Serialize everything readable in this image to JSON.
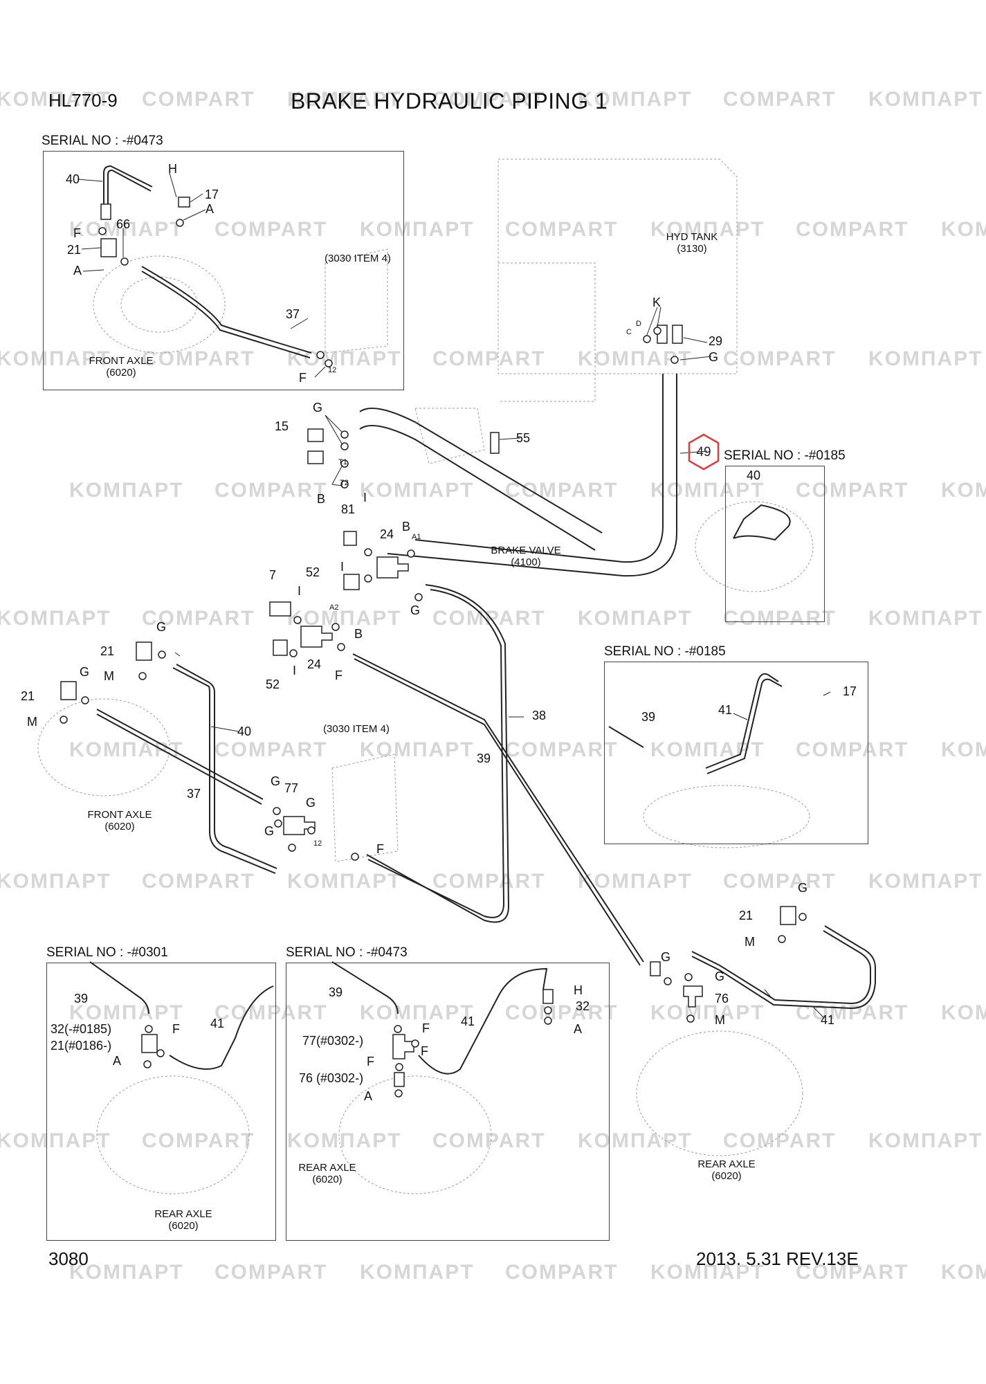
{
  "header": {
    "model": "HL770-9",
    "title": "BRAKE HYDRAULIC PIPING 1"
  },
  "footer": {
    "page_number": "3080",
    "revision": "2013. 5.31  REV.13E"
  },
  "watermark": {
    "brand_cyrillic": "KOMПAPT",
    "brand_latin": "COMPART"
  },
  "highlight": {
    "part_number": "49",
    "color": "#e23b3b"
  },
  "serial_boxes": {
    "top_left": "SERIAL NO : -#0473",
    "right_top": "SERIAL NO : -#0185",
    "right_mid": "SERIAL NO : -#0185",
    "bottom_left": "SERIAL NO : -#0301",
    "bottom_mid": "SERIAL NO : -#0473"
  },
  "captions": {
    "front_axle_1": "FRONT AXLE",
    "front_axle_1_code": "(6020)",
    "item_3030_a": "(3030 ITEM 4)",
    "hyd_tank": "HYD TANK",
    "hyd_tank_code": "(3130)",
    "brake_valve": "BRAKE VALVE",
    "brake_valve_code": "(4100)",
    "front_axle_2": "FRONT AXLE",
    "front_axle_2_code": "(6020)",
    "item_3030_b": "(3030 ITEM 4)",
    "rear_axle_1": "REAR AXLE",
    "rear_axle_1_code": "(6020)",
    "rear_axle_2": "REAR AXLE",
    "rear_axle_2_code": "(6020)",
    "rear_axle_3": "REAR AXLE",
    "rear_axle_3_code": "(6020)"
  },
  "callouts": {
    "box1": [
      "40",
      "H",
      "17",
      "A",
      "F",
      "66",
      "21",
      "A",
      "37",
      "F",
      "12"
    ],
    "tank": [
      "K",
      "D",
      "C",
      "29",
      "G"
    ],
    "valve": [
      "G",
      "15",
      "T1",
      "T2",
      "B",
      "55",
      "81",
      "I",
      "24",
      "B",
      "A1",
      "52",
      "I",
      "7",
      "I",
      "A2",
      "B",
      "G",
      "24",
      "F",
      "52",
      "I"
    ],
    "box2": [
      "40"
    ],
    "box3": [
      "39",
      "41",
      "17"
    ],
    "left_mid": [
      "21",
      "G",
      "M",
      "21",
      "G",
      "M",
      "40",
      "37",
      "38",
      "39",
      "G",
      "77",
      "G",
      "G",
      "12",
      "F"
    ],
    "box4": [
      "39",
      "32(-#0185)",
      "F",
      "21(#0186-)",
      "A",
      "41"
    ],
    "box5": [
      "39",
      "H",
      "32",
      "A",
      "41",
      "F",
      "77(#0302-)",
      "F",
      "F",
      "76 (#0302-)",
      "A"
    ],
    "rear_right": [
      "G",
      "21",
      "M",
      "G",
      "G",
      "76",
      "M",
      "41"
    ]
  }
}
